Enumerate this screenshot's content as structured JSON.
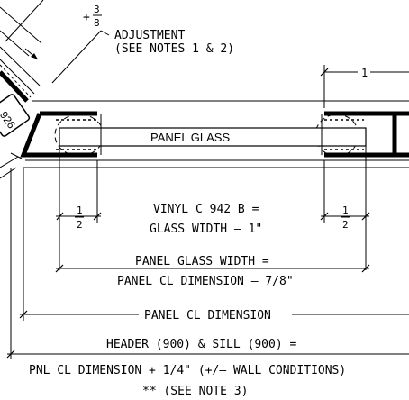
{
  "drawing": {
    "labels": {
      "adjust_plus": "+",
      "adjust_num": "3",
      "adjust_den": "8",
      "adjustment": "ADJUSTMENT",
      "see_notes": "(SEE NOTES 1 & 2)",
      "dim_top_right": "1",
      "tag_926": "926",
      "panel_glass": "PANEL GLASS",
      "half_num": "1",
      "half_den": "2",
      "vinyl_line1": "VINYL C 942 B =",
      "vinyl_line2": "GLASS WIDTH – 1\"",
      "pgw_line1": "PANEL GLASS WIDTH =",
      "pgw_line2": "PANEL CL DIMENSION – 7/8\"",
      "panel_cl": "PANEL CL DIMENSION",
      "header_line1": "HEADER (900) & SILL (900) =",
      "header_line2": "PNL CL DIMENSION + 1/4\"  (+/– WALL CONDITIONS)",
      "see_note3": "** (SEE NOTE 3)"
    }
  }
}
